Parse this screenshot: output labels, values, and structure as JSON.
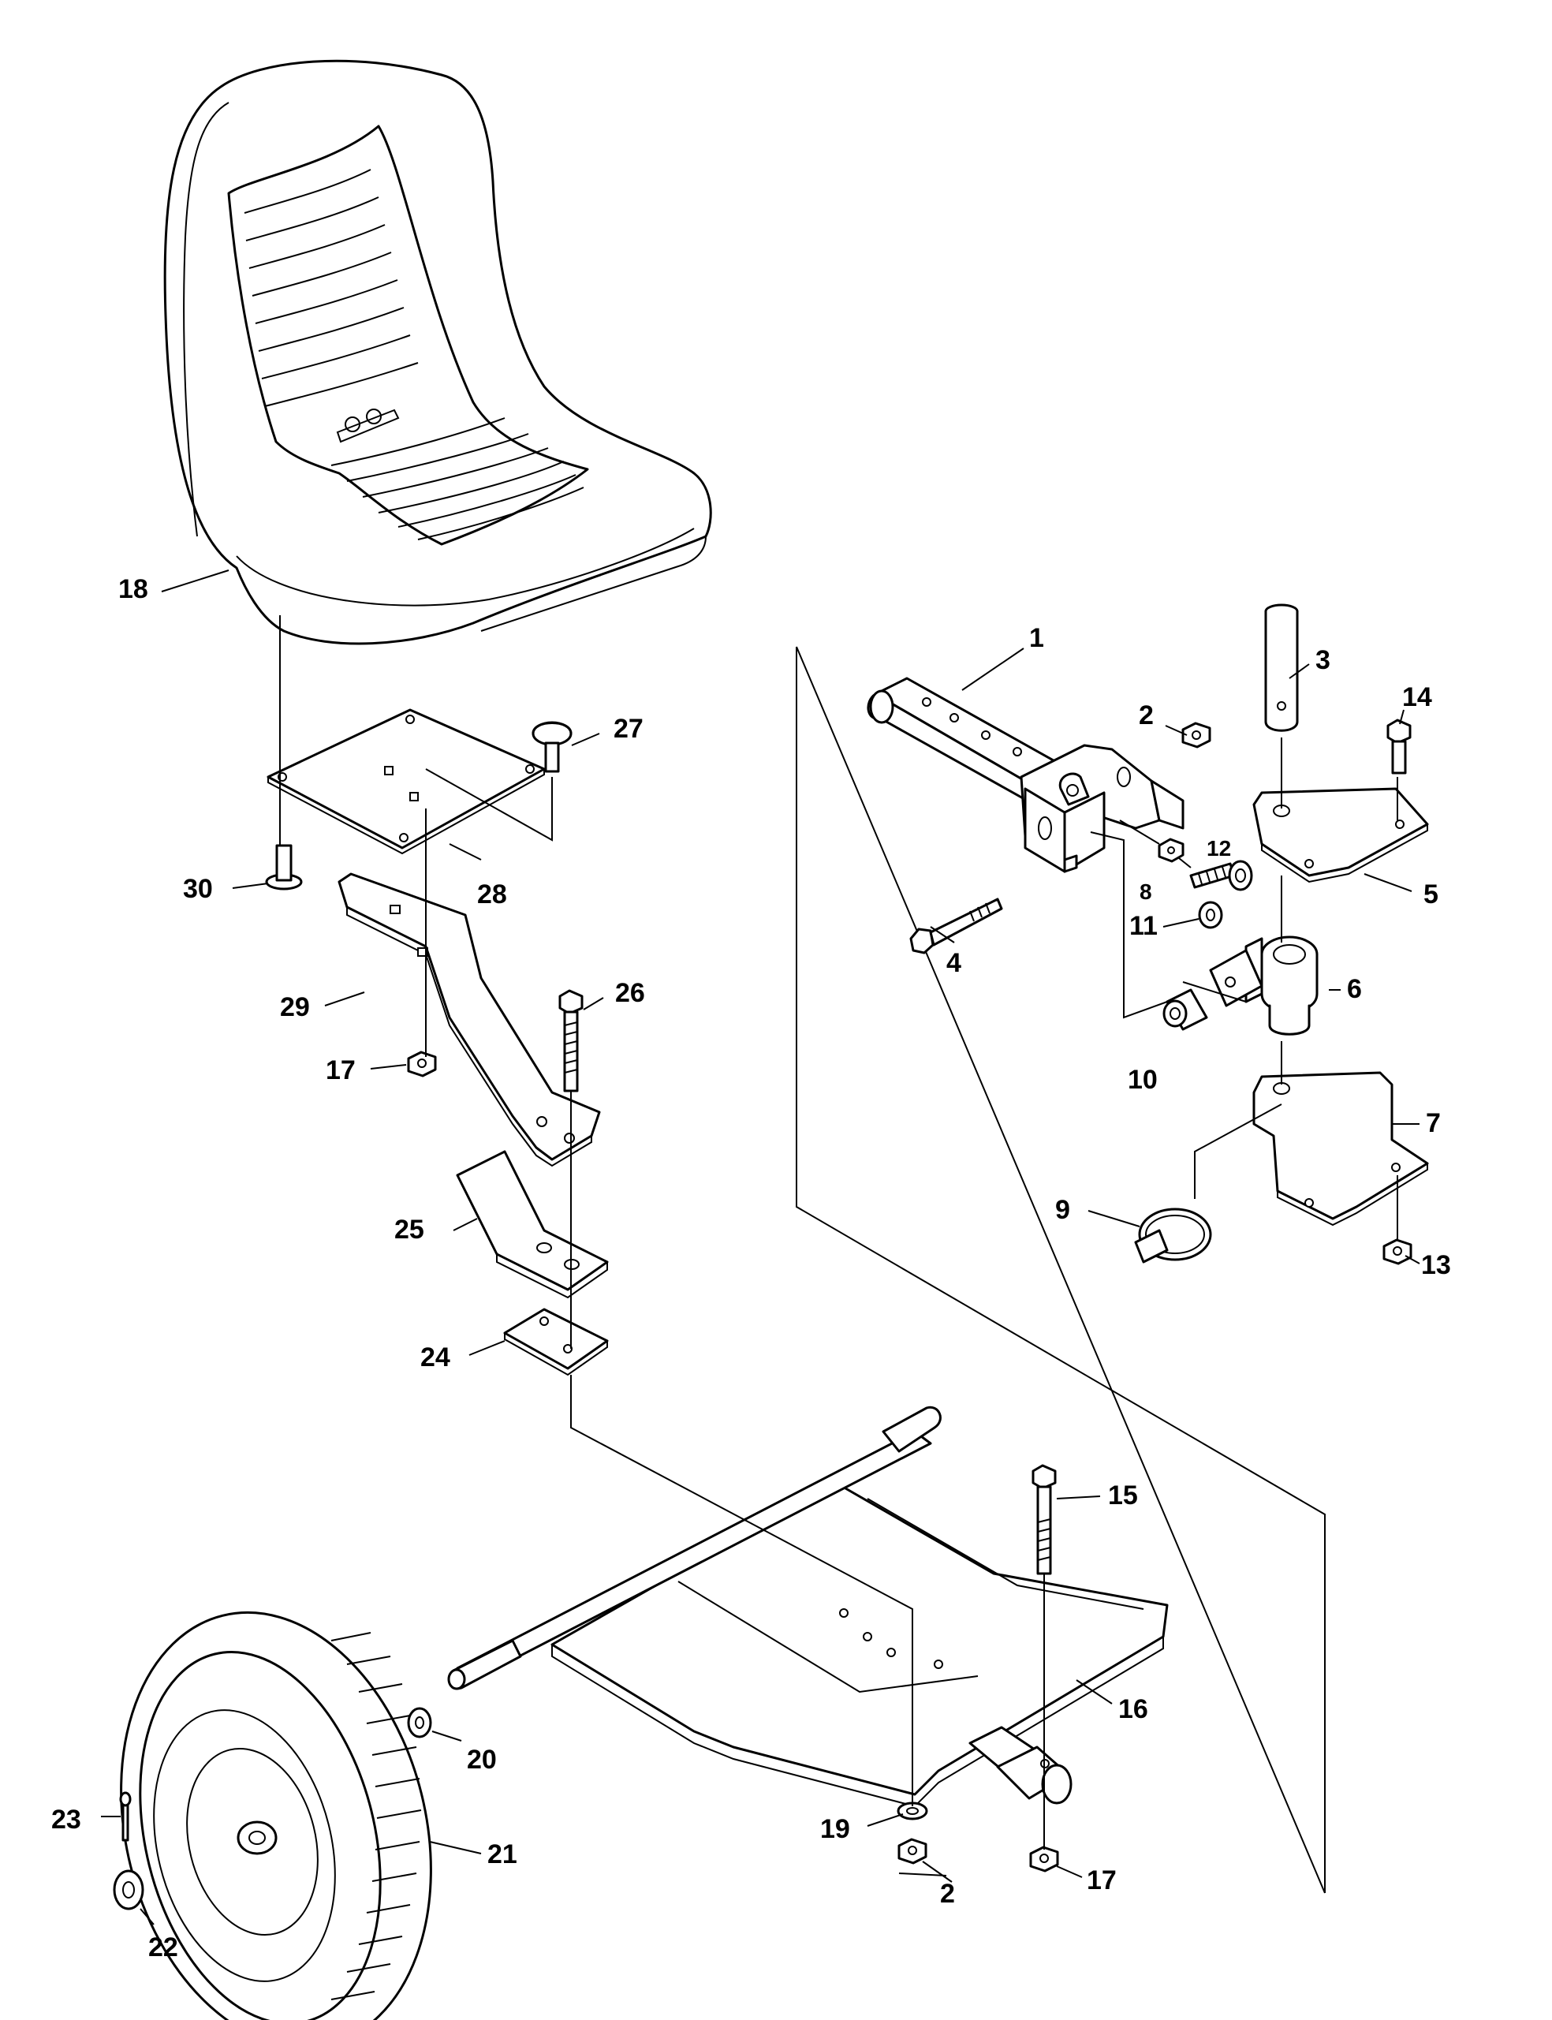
{
  "callouts": {
    "c1": "1",
    "c2a": "2",
    "c2b": "2",
    "c3": "3",
    "c4": "4",
    "c5": "5",
    "c6": "6",
    "c7": "7",
    "c8": "8",
    "c9": "9",
    "c10": "10",
    "c11": "11",
    "c12": "12",
    "c13": "13",
    "c14": "14",
    "c15": "15",
    "c16": "16",
    "c17a": "17",
    "c17b": "17",
    "c18": "18",
    "c19": "19",
    "c20": "20",
    "c21": "21",
    "c22": "22",
    "c23": "23",
    "c24": "24",
    "c25": "25",
    "c26": "26",
    "c27": "27",
    "c28": "28",
    "c29": "29",
    "c30": "30"
  },
  "colors": {
    "line": "#000000",
    "background": "#ffffff"
  }
}
